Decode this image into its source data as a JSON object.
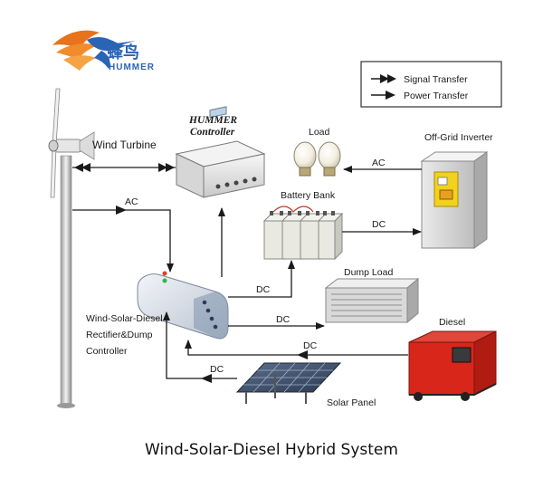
{
  "logo": {
    "chinese": "蜂鸟",
    "brand": "HUMMER"
  },
  "legend": {
    "signal": "Signal Transfer",
    "power": "Power Transfer"
  },
  "components": {
    "wind_turbine": "Wind Turbine",
    "controller_brand": "HUMMER",
    "controller_name": "Controller",
    "load": "Load",
    "inverter": "Off-Grid Inverter",
    "battery": "Battery Bank",
    "dump_load": "Dump Load",
    "diesel": "Diesel",
    "rectifier_line1": "Wind-Solar-Diesel",
    "rectifier_line2": "Rectifier&Dump",
    "rectifier_line3": "Controller",
    "solar": "Solar Panel"
  },
  "flow_labels": {
    "ac_turbine": "AC",
    "ac_load": "AC",
    "dc_battery": "DC",
    "dc_inverter": "DC",
    "dc_dump": "DC",
    "dc_diesel": "DC",
    "dc_solar": "DC"
  },
  "caption": "Wind-Solar-Diesel Hybrid System",
  "colors": {
    "logo_orange": "#e8731c",
    "logo_blue": "#2a64b4",
    "diesel_red": "#d8261a",
    "inverter_yellow": "#f2d21c",
    "line": "#1a1a1a"
  }
}
